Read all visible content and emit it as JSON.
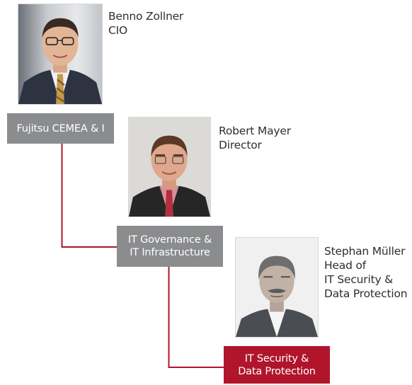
{
  "people": [
    {
      "name": "Benno Zollner",
      "title_lines": [
        "CIO"
      ]
    },
    {
      "name": "Robert Mayer",
      "title_lines": [
        "Director"
      ]
    },
    {
      "name": "Stephan Müller",
      "title_lines": [
        "Head of",
        "IT Security &",
        "Data Protection"
      ]
    }
  ],
  "units": [
    {
      "lines": [
        "Fujitsu CEMEA & I"
      ],
      "color": "#8b8c8e"
    },
    {
      "lines": [
        "IT Governance &",
        "IT Infrastructure"
      ],
      "color": "#8b8c8e"
    },
    {
      "lines": [
        "IT Security &",
        "Data Protection"
      ],
      "color": "#b0152c"
    }
  ],
  "connector_color": "#b0152c"
}
